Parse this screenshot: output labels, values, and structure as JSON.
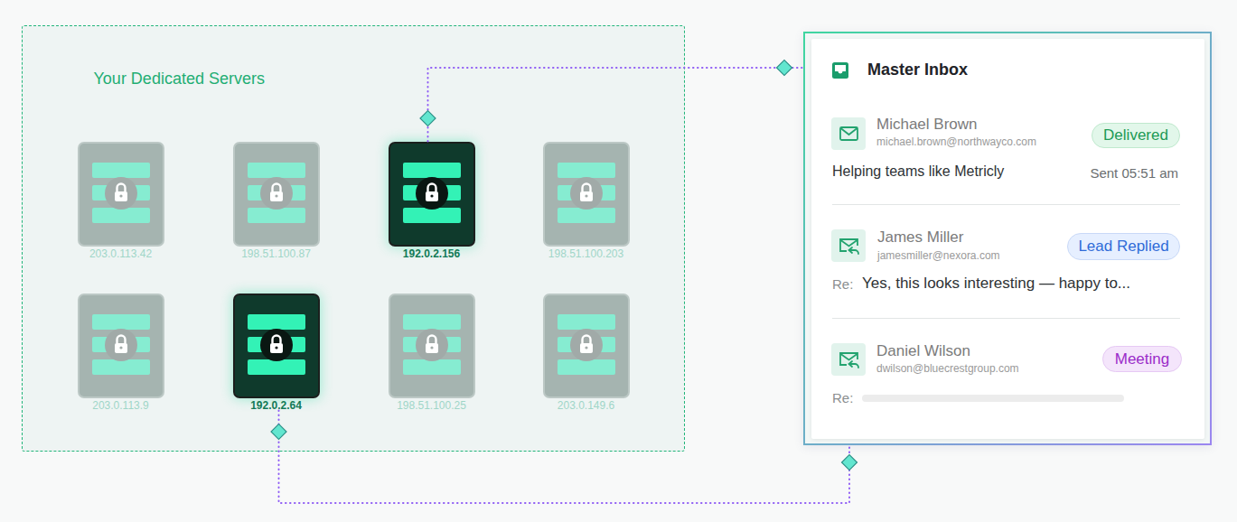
{
  "diagram": {
    "nodes": [
      {
        "text": [
          "Your Dedicated Servers"
        ]
      },
      {
        "text": [
          "203.0.113.42"
        ],
        "in": 0
      },
      {
        "text": [
          "198.51.100.87"
        ],
        "in": 0
      },
      {
        "text": [
          "192.0.2.156"
        ],
        "in": 0
      },
      {
        "text": [
          "198.51.100.203"
        ],
        "in": 0
      },
      {
        "text": [
          "203.0.113.9"
        ],
        "in": 0
      },
      {
        "text": [
          "192.0.2.64"
        ],
        "in": 0
      },
      {
        "text": [
          "198.51.100.25"
        ],
        "in": 0
      },
      {
        "text": [
          "203.0.149.6"
        ],
        "in": 0
      },
      {
        "text": [
          "Master Inbox"
        ]
      },
      {
        "text": [
          "Michael Brown",
          "michael.brown@northwayco.com",
          "Helping teams like Metricly",
          "Sent 05:51 am"
        ],
        "in": 9
      },
      {
        "text": [
          "Delivered"
        ],
        "in": 10
      },
      {
        "text": [
          "James Miller",
          "jamesmiller@nexora.com",
          "Re:",
          "Yes, this looks interesting — happy to..."
        ],
        "in": 9
      },
      {
        "text": [
          "Lead Replied"
        ],
        "in": 12
      },
      {
        "text": [
          "Daniel Wilson",
          "dwilson@bluecrestgroup.com",
          "Re:"
        ],
        "in": 9
      },
      {
        "text": [
          "Meeting"
        ],
        "in": 14
      }
    ],
    "edges": [
      {
        "from": 3,
        "to": 9,
        "arrow": "none"
      },
      {
        "from": 6,
        "to": 9,
        "arrow": "none"
      }
    ]
  }
}
